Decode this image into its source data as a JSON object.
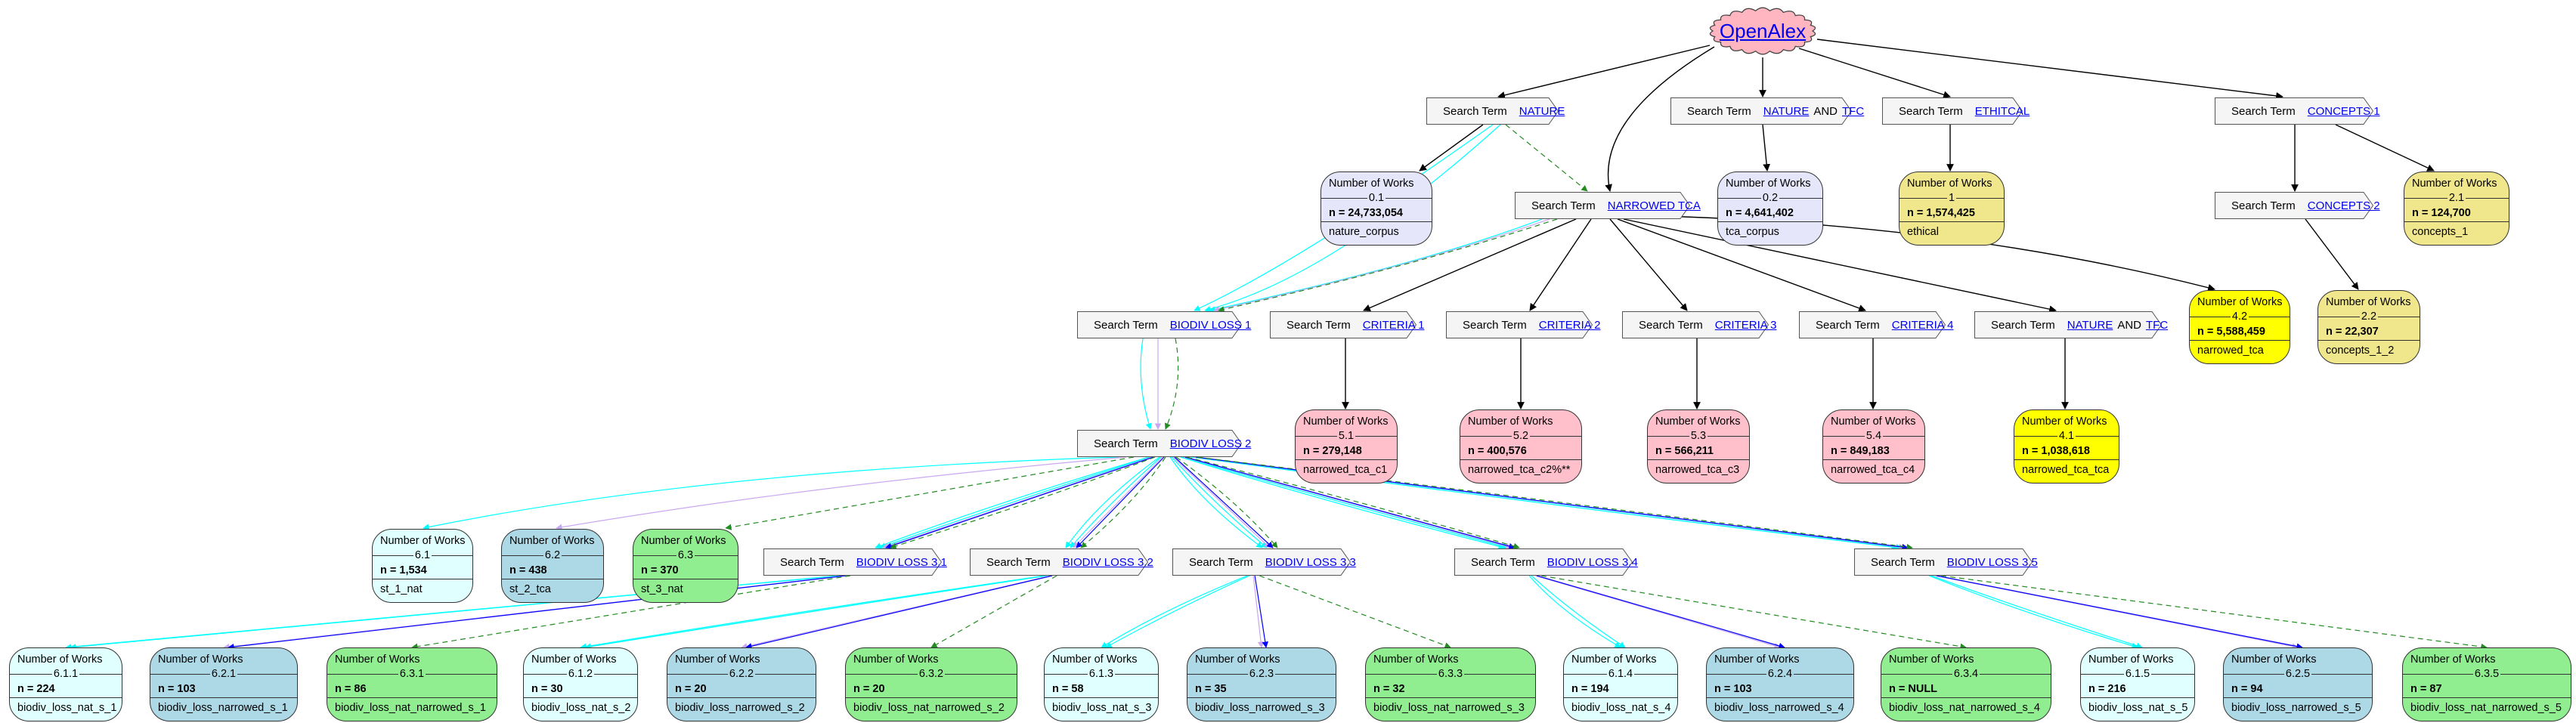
{
  "root": {
    "label": "OpenAlex"
  },
  "term_prefix": "Search Term",
  "works_title": "Number of Works",
  "terms": [
    {
      "id": "nature",
      "parts": [
        "NATURE"
      ]
    },
    {
      "id": "nature_tfc_top",
      "parts": [
        "NATURE",
        "AND",
        "TFC"
      ]
    },
    {
      "id": "ethical",
      "parts": [
        "ETHITCAL"
      ]
    },
    {
      "id": "concepts1",
      "parts": [
        "CONCEPTS 1"
      ]
    },
    {
      "id": "narrowed_tca",
      "parts": [
        "NARROWED TCA"
      ]
    },
    {
      "id": "concepts2",
      "parts": [
        "CONCEPTS 2"
      ]
    },
    {
      "id": "biodiv1",
      "parts": [
        "BIODIV LOSS 1"
      ]
    },
    {
      "id": "criteria1",
      "parts": [
        "CRITERIA 1"
      ]
    },
    {
      "id": "criteria2",
      "parts": [
        "CRITERIA 2"
      ]
    },
    {
      "id": "criteria3",
      "parts": [
        "CRITERIA 3"
      ]
    },
    {
      "id": "criteria4",
      "parts": [
        "CRITERIA 4"
      ]
    },
    {
      "id": "nature_tfc_mid",
      "parts": [
        "NATURE",
        "AND",
        "TFC"
      ]
    },
    {
      "id": "biodiv2",
      "parts": [
        "BIODIV LOSS 2"
      ]
    },
    {
      "id": "biodiv31",
      "parts": [
        "BIODIV LOSS 3.1"
      ]
    },
    {
      "id": "biodiv32",
      "parts": [
        "BIODIV LOSS 3.2"
      ]
    },
    {
      "id": "biodiv33",
      "parts": [
        "BIODIV LOSS 3.3"
      ]
    },
    {
      "id": "biodiv34",
      "parts": [
        "BIODIV LOSS 3.4"
      ]
    },
    {
      "id": "biodiv35",
      "parts": [
        "BIODIV LOSS 3.5"
      ]
    }
  ],
  "works": [
    {
      "id": "w0_1",
      "num": "0.1",
      "n": "n = 24,733,054",
      "name": "nature_corpus",
      "color": "#e6e6fa"
    },
    {
      "id": "w0_2",
      "num": "0.2",
      "n": "n = 4,641,402",
      "name": "tca_corpus",
      "color": "#e6e6fa"
    },
    {
      "id": "w1",
      "num": "1",
      "n": "n = 1,574,425",
      "name": "ethical",
      "color": "#f0e68c"
    },
    {
      "id": "w2_1",
      "num": "2.1",
      "n": "n = 124,700",
      "name": "concepts_1",
      "color": "#f0e68c"
    },
    {
      "id": "w4_2",
      "num": "4.2",
      "n": "n = 5,588,459",
      "name": "narrowed_tca",
      "color": "#ffff00"
    },
    {
      "id": "w2_2",
      "num": "2.2",
      "n": "n = 22,307",
      "name": "concepts_1_2",
      "color": "#f0e68c"
    },
    {
      "id": "w5_1",
      "num": "5.1",
      "n": "n = 279,148",
      "name": "narrowed_tca_c1",
      "color": "#ffc0cb"
    },
    {
      "id": "w5_2",
      "num": "5.2",
      "n": "n = 400,576",
      "name": "narrowed_tca_c2%**",
      "color": "#ffc0cb"
    },
    {
      "id": "w5_3",
      "num": "5.3",
      "n": "n = 566,211",
      "name": "narrowed_tca_c3",
      "color": "#ffc0cb"
    },
    {
      "id": "w5_4",
      "num": "5.4",
      "n": "n = 849,183",
      "name": "narrowed_tca_c4",
      "color": "#ffc0cb"
    },
    {
      "id": "w4_1",
      "num": "4.1",
      "n": "n = 1,038,618",
      "name": "narrowed_tca_tca",
      "color": "#ffff00"
    },
    {
      "id": "w6_1",
      "num": "6.1",
      "n": "n = 1,534",
      "name": "st_1_nat",
      "color": "#e0ffff"
    },
    {
      "id": "w6_2",
      "num": "6.2",
      "n": "n = 438",
      "name": "st_2_tca",
      "color": "#add8e6"
    },
    {
      "id": "w6_3",
      "num": "6.3",
      "n": "n = 370",
      "name": "st_3_nat",
      "color": "#90ee90"
    },
    {
      "id": "w6_1_1",
      "num": "6.1.1",
      "n": "n = 224",
      "name": "biodiv_loss_nat_s_1",
      "color": "#e0ffff"
    },
    {
      "id": "w6_2_1",
      "num": "6.2.1",
      "n": "n = 103",
      "name": "biodiv_loss_narrowed_s_1",
      "color": "#add8e6"
    },
    {
      "id": "w6_3_1",
      "num": "6.3.1",
      "n": "n = 86",
      "name": "biodiv_loss_nat_narrowed_s_1",
      "color": "#90ee90"
    },
    {
      "id": "w6_1_2",
      "num": "6.1.2",
      "n": "n = 30",
      "name": "biodiv_loss_nat_s_2",
      "color": "#e0ffff"
    },
    {
      "id": "w6_2_2",
      "num": "6.2.2",
      "n": "n = 20",
      "name": "biodiv_loss_narrowed_s_2",
      "color": "#add8e6"
    },
    {
      "id": "w6_3_2",
      "num": "6.3.2",
      "n": "n = 20",
      "name": "biodiv_loss_nat_narrowed_s_2",
      "color": "#90ee90"
    },
    {
      "id": "w6_1_3",
      "num": "6.1.3",
      "n": "n = 58",
      "name": "biodiv_loss_nat_s_3",
      "color": "#e0ffff"
    },
    {
      "id": "w6_2_3",
      "num": "6.2.3",
      "n": "n = 35",
      "name": "biodiv_loss_narrowed_s_3",
      "color": "#add8e6"
    },
    {
      "id": "w6_3_3",
      "num": "6.3.3",
      "n": "n = 32",
      "name": "biodiv_loss_nat_narrowed_s_3",
      "color": "#90ee90"
    },
    {
      "id": "w6_1_4",
      "num": "6.1.4",
      "n": "n = 194",
      "name": "biodiv_loss_nat_s_4",
      "color": "#e0ffff"
    },
    {
      "id": "w6_2_4",
      "num": "6.2.4",
      "n": "n = 103",
      "name": "biodiv_loss_narrowed_s_4",
      "color": "#add8e6"
    },
    {
      "id": "w6_3_4",
      "num": "6.3.4",
      "n": "n = NULL",
      "name": "biodiv_loss_nat_narrowed_s_4",
      "color": "#90ee90"
    },
    {
      "id": "w6_1_5",
      "num": "6.1.5",
      "n": "n = 216",
      "name": "biodiv_loss_nat_s_5",
      "color": "#e0ffff"
    },
    {
      "id": "w6_2_5",
      "num": "6.2.5",
      "n": "n = 94",
      "name": "biodiv_loss_narrowed_s_5",
      "color": "#add8e6"
    },
    {
      "id": "w6_3_5",
      "num": "6.3.5",
      "n": "n = 87",
      "name": "biodiv_loss_nat_narrowed_s_5",
      "color": "#90ee90"
    }
  ],
  "edge_colors": {
    "solid": "#000000",
    "cyan": "#00ffff",
    "lilac": "#c8a8f0",
    "blue": "#0000ff",
    "green": "#228b22"
  }
}
